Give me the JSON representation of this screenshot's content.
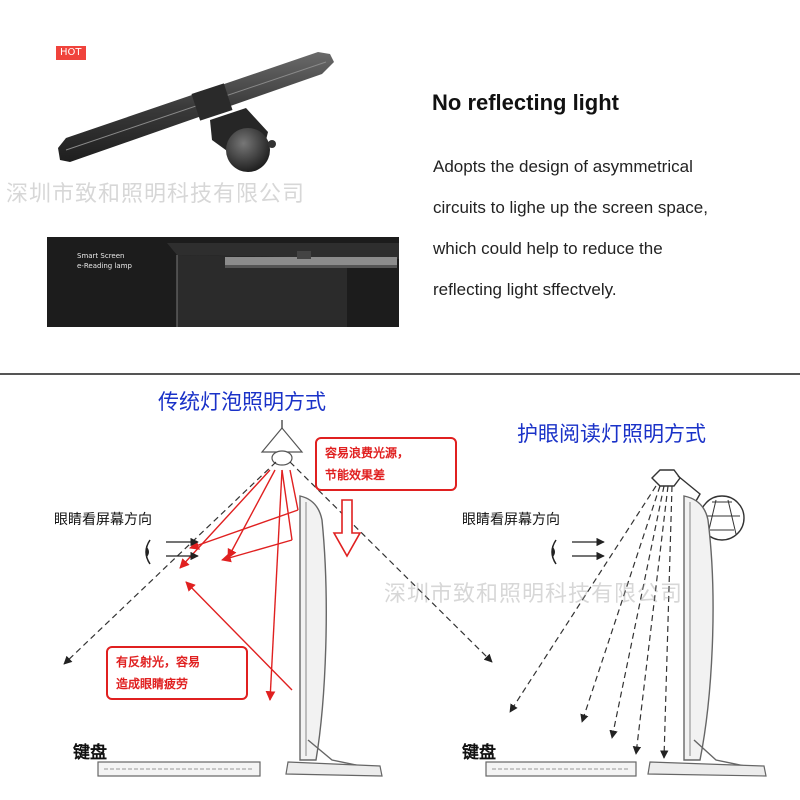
{
  "badge": "HOT",
  "photo_label": [
    "Smart Screen",
    "e-Reading lamp"
  ],
  "heading": "No reflecting light",
  "description": [
    "Adopts the design of asymmetrical",
    "circuits to lighe up the screen space,",
    "which could help to reduce the",
    "reflecting light sffectvely."
  ],
  "watermark": "深圳市致和照明科技有限公司",
  "left_diagram": {
    "title": "传统灯泡照明方式",
    "eye_label": "眼睛看屏幕方向",
    "callout_waste": [
      "容易浪费光源，",
      "节能效果差"
    ],
    "callout_reflect": [
      "有反射光，容易",
      "造成眼睛疲劳"
    ],
    "keyboard_label": "键盘"
  },
  "right_diagram": {
    "title": "护眼阅读灯照明方式",
    "eye_label": "眼睛看屏幕方向",
    "keyboard_label": "键盘"
  },
  "colors": {
    "accent_blue": "#1a32c8",
    "callout_red": "#e02020",
    "badge_red": "#f0433c"
  }
}
